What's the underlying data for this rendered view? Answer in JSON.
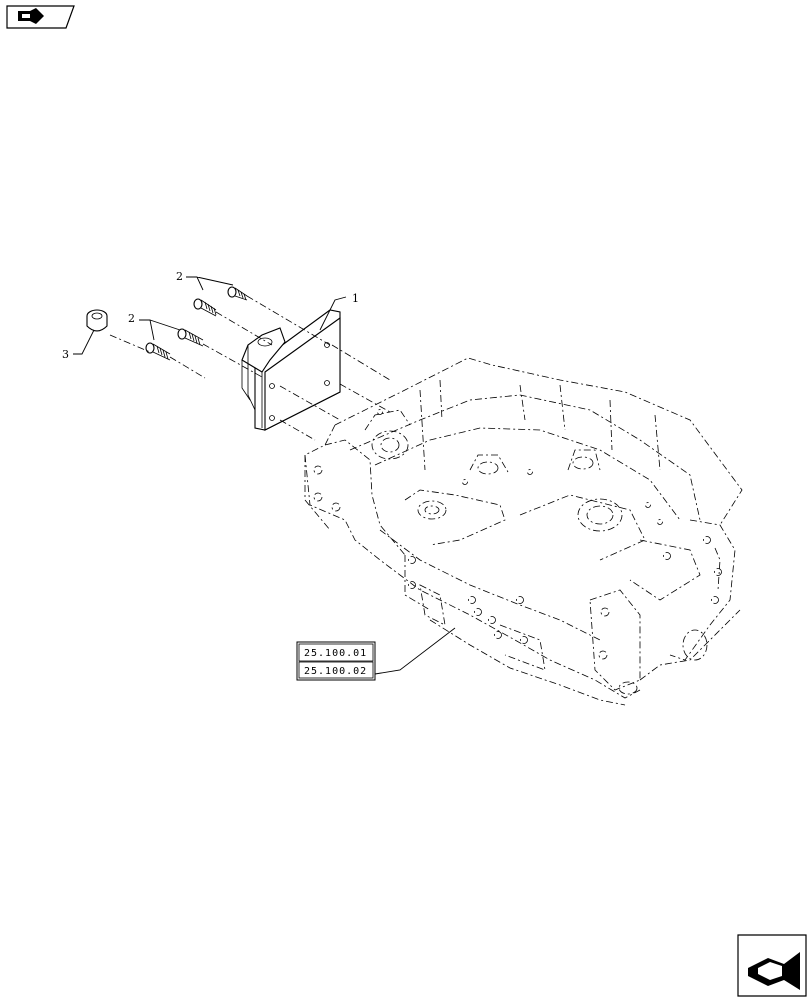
{
  "nav": {
    "prev_icon": "arrow-left-icon",
    "next_icon": "arrow-right-icon"
  },
  "callouts": {
    "item_1": "1",
    "item_2_upper": "2",
    "item_2_lower": "2",
    "item_3": "3"
  },
  "references": [
    "25.100.01",
    "25.100.02"
  ]
}
